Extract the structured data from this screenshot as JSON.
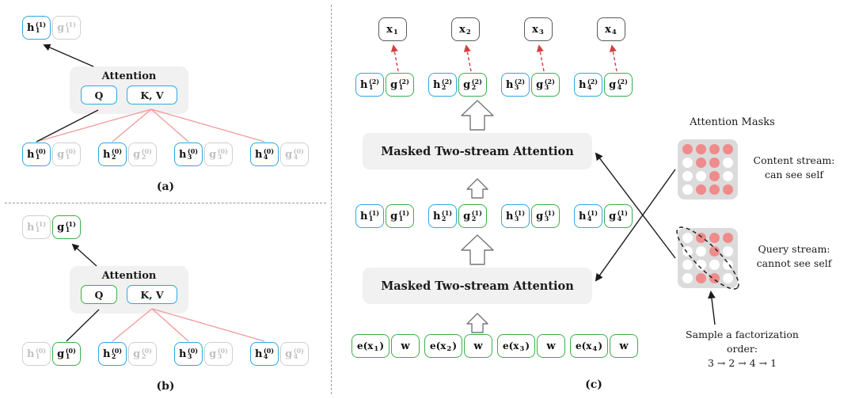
{
  "panel_a": {
    "label": "(a)",
    "attention": {
      "title": "Attention",
      "q": "Q",
      "kv": "K, V"
    },
    "output_pair": [
      {
        "base": "h",
        "sub": "1",
        "sup": "(1)",
        "variant": "h"
      },
      {
        "base": "g",
        "sub": "1",
        "sup": "(1)",
        "variant": "faded"
      }
    ],
    "input_pairs": [
      [
        {
          "base": "h",
          "sub": "1",
          "sup": "(0)",
          "variant": "h"
        },
        {
          "base": "g",
          "sub": "1",
          "sup": "(0)",
          "variant": "faded"
        }
      ],
      [
        {
          "base": "h",
          "sub": "2",
          "sup": "(0)",
          "variant": "h"
        },
        {
          "base": "g",
          "sub": "2",
          "sup": "(0)",
          "variant": "faded"
        }
      ],
      [
        {
          "base": "h",
          "sub": "3",
          "sup": "(0)",
          "variant": "h"
        },
        {
          "base": "g",
          "sub": "3",
          "sup": "(0)",
          "variant": "faded"
        }
      ],
      [
        {
          "base": "h",
          "sub": "4",
          "sup": "(0)",
          "variant": "h"
        },
        {
          "base": "g",
          "sub": "4",
          "sup": "(0)",
          "variant": "faded"
        }
      ]
    ]
  },
  "panel_b": {
    "label": "(b)",
    "attention": {
      "title": "Attention",
      "q": "Q",
      "kv": "K, V"
    },
    "output_pair": [
      {
        "base": "h",
        "sub": "1",
        "sup": "(1)",
        "variant": "faded"
      },
      {
        "base": "g",
        "sub": "1",
        "sup": "(1)",
        "variant": "g"
      }
    ],
    "input_pairs": [
      [
        {
          "base": "h",
          "sub": "1",
          "sup": "(0)",
          "variant": "faded"
        },
        {
          "base": "g",
          "sub": "1",
          "sup": "(0)",
          "variant": "g"
        }
      ],
      [
        {
          "base": "h",
          "sub": "2",
          "sup": "(0)",
          "variant": "h"
        },
        {
          "base": "g",
          "sub": "2",
          "sup": "(0)",
          "variant": "faded"
        }
      ],
      [
        {
          "base": "h",
          "sub": "3",
          "sup": "(0)",
          "variant": "h"
        },
        {
          "base": "g",
          "sub": "3",
          "sup": "(0)",
          "variant": "faded"
        }
      ],
      [
        {
          "base": "h",
          "sub": "4",
          "sup": "(0)",
          "variant": "h"
        },
        {
          "base": "g",
          "sub": "4",
          "sup": "(0)",
          "variant": "faded"
        }
      ]
    ]
  },
  "panel_c": {
    "label": "(c)",
    "attention_title": "Masked Two-stream Attention",
    "x_row": [
      {
        "base": "x",
        "sub": "1",
        "variant": "x"
      },
      {
        "base": "x",
        "sub": "2",
        "variant": "x"
      },
      {
        "base": "x",
        "sub": "3",
        "variant": "x"
      },
      {
        "base": "x",
        "sub": "4",
        "variant": "x"
      }
    ],
    "layer2_pairs": [
      [
        {
          "base": "h",
          "sub": "1",
          "sup": "(2)",
          "variant": "h"
        },
        {
          "base": "g",
          "sub": "1",
          "sup": "(2)",
          "variant": "g"
        }
      ],
      [
        {
          "base": "h",
          "sub": "2",
          "sup": "(2)",
          "variant": "h"
        },
        {
          "base": "g",
          "sub": "2",
          "sup": "(2)",
          "variant": "g"
        }
      ],
      [
        {
          "base": "h",
          "sub": "3",
          "sup": "(2)",
          "variant": "h"
        },
        {
          "base": "g",
          "sub": "3",
          "sup": "(2)",
          "variant": "g"
        }
      ],
      [
        {
          "base": "h",
          "sub": "4",
          "sup": "(2)",
          "variant": "h"
        },
        {
          "base": "g",
          "sub": "4",
          "sup": "(2)",
          "variant": "g"
        }
      ]
    ],
    "layer1_pairs": [
      [
        {
          "base": "h",
          "sub": "1",
          "sup": "(1)",
          "variant": "h"
        },
        {
          "base": "g",
          "sub": "1",
          "sup": "(1)",
          "variant": "g"
        }
      ],
      [
        {
          "base": "h",
          "sub": "2",
          "sup": "(1)",
          "variant": "h"
        },
        {
          "base": "g",
          "sub": "2",
          "sup": "(1)",
          "variant": "g"
        }
      ],
      [
        {
          "base": "h",
          "sub": "3",
          "sup": "(1)",
          "variant": "h"
        },
        {
          "base": "g",
          "sub": "3",
          "sup": "(1)",
          "variant": "g"
        }
      ],
      [
        {
          "base": "h",
          "sub": "4",
          "sup": "(1)",
          "variant": "h"
        },
        {
          "base": "g",
          "sub": "4",
          "sup": "(1)",
          "variant": "g"
        }
      ]
    ],
    "input_pairs": [
      [
        {
          "pre": "e(x",
          "sub": "1",
          "post": ")",
          "variant": "e"
        },
        {
          "base": "w",
          "variant": "e"
        }
      ],
      [
        {
          "pre": "e(x",
          "sub": "2",
          "post": ")",
          "variant": "e"
        },
        {
          "base": "w",
          "variant": "e"
        }
      ],
      [
        {
          "pre": "e(x",
          "sub": "3",
          "post": ")",
          "variant": "e"
        },
        {
          "base": "w",
          "variant": "e"
        }
      ],
      [
        {
          "pre": "e(x",
          "sub": "4",
          "post": ")",
          "variant": "e"
        },
        {
          "base": "w",
          "variant": "e"
        }
      ]
    ]
  },
  "masks": {
    "title": "Attention Masks",
    "content": {
      "lines": [
        "Content stream:",
        "can see self"
      ],
      "grid": [
        [
          1,
          1,
          1,
          1
        ],
        [
          0,
          1,
          1,
          0
        ],
        [
          0,
          0,
          1,
          0
        ],
        [
          0,
          1,
          1,
          1
        ]
      ]
    },
    "query": {
      "lines": [
        "Query stream:",
        "cannot see self"
      ],
      "grid": [
        [
          0,
          1,
          1,
          1
        ],
        [
          0,
          0,
          1,
          0
        ],
        [
          0,
          0,
          0,
          0
        ],
        [
          0,
          1,
          1,
          0
        ]
      ]
    },
    "note_lines": [
      "Sample a factorization order:",
      "3 → 2 → 4 → 1"
    ]
  },
  "colors": {
    "h_stream": "#2BA9E0",
    "g_stream": "#3BAE49",
    "faded": "#D0D0D0",
    "attention_bg": "#F1F1F1",
    "mask_bg": "#DBDBDB",
    "mask_dot": "#F08B8B",
    "red_line": "#F49A9A",
    "red_dashed": "#D43F3F"
  }
}
